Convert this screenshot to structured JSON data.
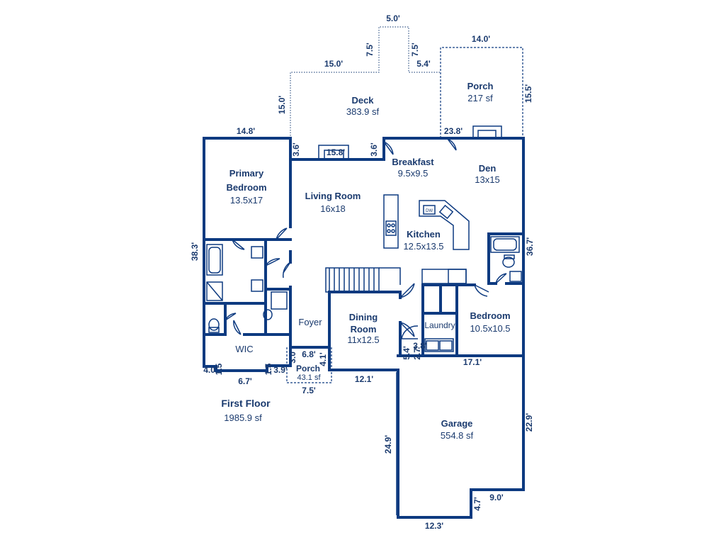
{
  "floor": {
    "title": "First Floor",
    "area": "1985.9 sf"
  },
  "rooms": {
    "deck": {
      "name": "Deck",
      "area": "383.9 sf"
    },
    "porch_rear": {
      "name": "Porch",
      "area": "217 sf"
    },
    "primary_bedroom": {
      "name1": "Primary",
      "name2": "Bedroom",
      "size": "13.5x17"
    },
    "living_room": {
      "name": "Living Room",
      "size": "16x18"
    },
    "breakfast": {
      "name": "Breakfast",
      "size": "9.5x9.5"
    },
    "den": {
      "name": "Den",
      "size": "13x15"
    },
    "kitchen": {
      "name": "Kitchen",
      "size": "12.5x13.5"
    },
    "bedroom": {
      "name": "Bedroom",
      "size": "10.5x10.5"
    },
    "laundry": {
      "name": "Laundry"
    },
    "dining_room": {
      "name1": "Dining",
      "name2": "Room",
      "size": "11x12.5"
    },
    "foyer": {
      "name": "Foyer"
    },
    "wic": {
      "name": "WIC"
    },
    "porch_front": {
      "name": "Porch",
      "area": "43.1 sf"
    },
    "garage": {
      "name": "Garage",
      "area": "554.8 sf"
    }
  },
  "appliance": {
    "dw": "DW"
  },
  "dimensions": {
    "d_5_0": "5.0'",
    "d_7_5a": "7.5'",
    "d_7_5b": "7.5'",
    "d_14_0": "14.0'",
    "d_15_0a": "15.0'",
    "d_5_4a": "5.4'",
    "d_15_0b": "15.0'",
    "d_15_5": "15.5'",
    "d_14_8": "14.8'",
    "d_3_6a": "3.6'",
    "d_15_8": "15.8'",
    "d_3_6b": "3.6'",
    "d_23_8": "23.8'",
    "d_38_3": "38.3'",
    "d_36_7": "36.7'",
    "d_4_0": "4.0'",
    "d_1_5a": "1.5",
    "d_6_7": "6.7'",
    "d_1_5b": "1.5",
    "d_3_9": "3.9'",
    "d_3_0": "3.0'",
    "d_6_8": "6.8'",
    "d_4_1": "4.1'",
    "d_7_5c": "7.5'",
    "d_12_1": "12.1'",
    "d_5_4b": "5.4'",
    "d_3_8": "3.8'",
    "d_2_7": "2.7'",
    "d_17_1": "17.1'",
    "d_22_9": "22.9'",
    "d_24_9": "24.9'",
    "d_4_7": "4.7'",
    "d_9_0": "9.0'",
    "d_12_3": "12.3'"
  }
}
